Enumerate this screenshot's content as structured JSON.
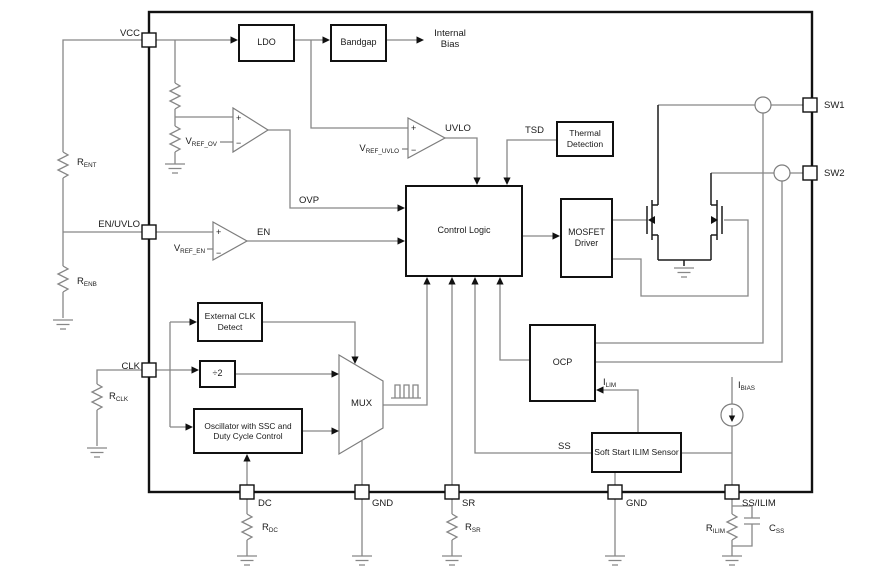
{
  "pins": {
    "vcc": "VCC",
    "en_uvlo": "EN/UVLO",
    "clk": "CLK",
    "sw1": "SW1",
    "sw2": "SW2",
    "dc": "DC",
    "gnd1": "GND",
    "sr": "SR",
    "gnd2": "GND",
    "ss_ilim": "SS/ILIM"
  },
  "blocks": {
    "ldo": "LDO",
    "bandgap": "Bandgap",
    "thermal": "Thermal Detection",
    "control": "Control Logic",
    "driver": "MOSFET Driver",
    "ocp": "OCP",
    "ext_clk": "External CLK Detect",
    "div2": "÷2",
    "osc": "Oscillator with SSC and Duty Cycle Control",
    "mux": "MUX",
    "soft_start": "Soft Start ILIM Sensor"
  },
  "signals": {
    "internal_bias": "Internal Bias",
    "uvlo": "UVLO",
    "tsd": "TSD",
    "ovp": "OVP",
    "en": "EN",
    "ss": "SS"
  },
  "labels": {
    "vref_ov": {
      "b": "V",
      "s": "REF_OV"
    },
    "vref_uvlo": {
      "b": "V",
      "s": "REF_UVLO"
    },
    "vref_en": {
      "b": "V",
      "s": "REF_EN"
    },
    "r_ent": {
      "b": "R",
      "s": "ENT"
    },
    "r_enb": {
      "b": "R",
      "s": "ENB"
    },
    "r_clk": {
      "b": "R",
      "s": "CLK"
    },
    "r_dc": {
      "b": "R",
      "s": "DC"
    },
    "r_sr": {
      "b": "R",
      "s": "SR"
    },
    "r_ilim": {
      "b": "R",
      "s": "ILIM"
    },
    "c_ss": {
      "b": "C",
      "s": "SS"
    },
    "i_lim": {
      "b": "I",
      "s": "LIM"
    },
    "i_bias": {
      "b": "I",
      "s": "BIAS"
    }
  },
  "sym": {
    "plus": "+",
    "minus": "−"
  },
  "colors": {
    "wire": "#878787",
    "border": "#111111",
    "background": "#ffffff",
    "text": "#1a1a1a"
  }
}
